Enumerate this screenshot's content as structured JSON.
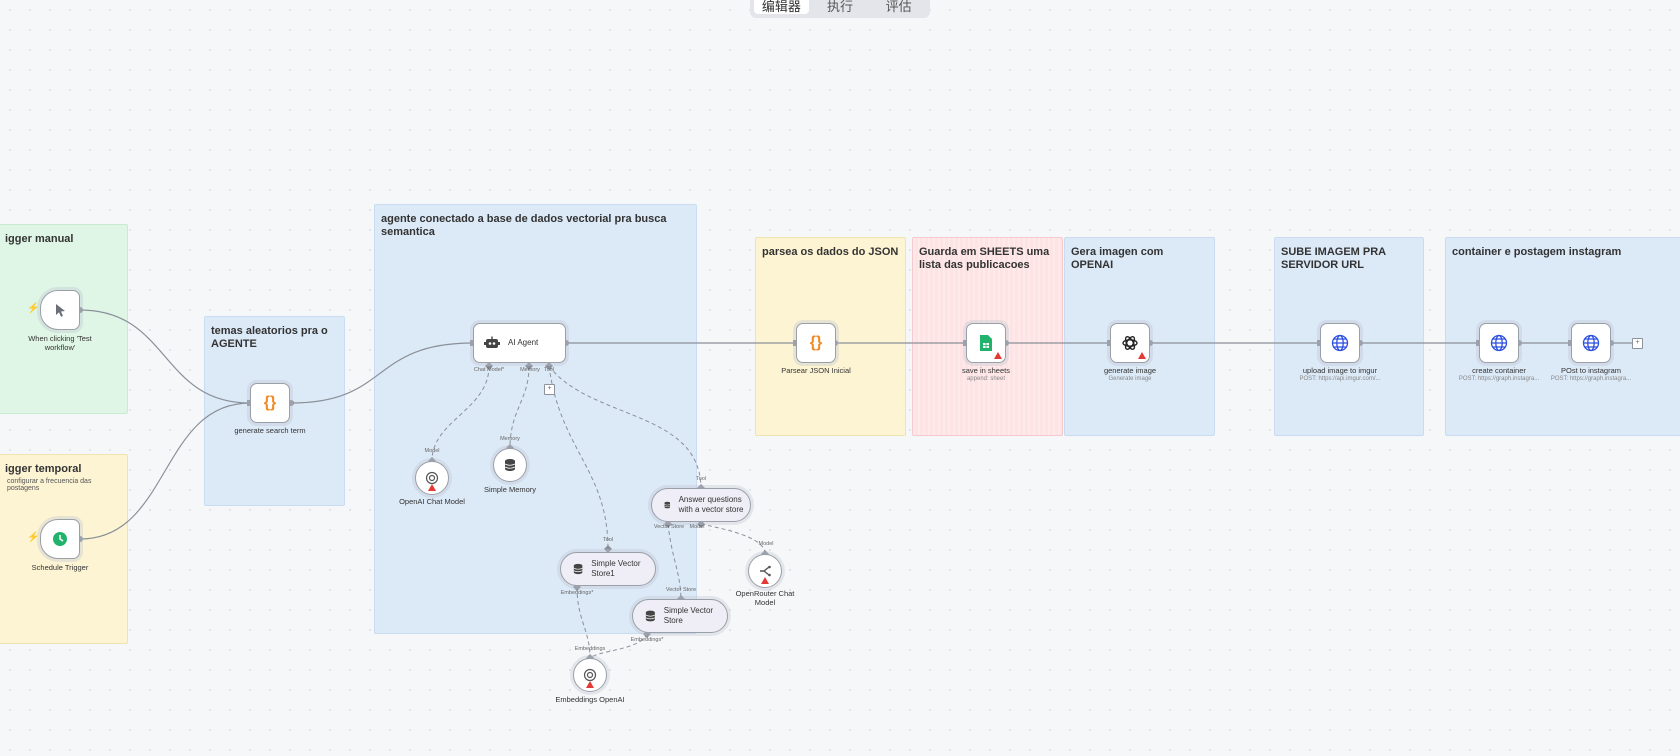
{
  "tabs": {
    "editor": "编辑器",
    "executions": "执行",
    "evaluations": "评估"
  },
  "stickies": {
    "manual_trigger": "igger manual",
    "time_trigger": "igger temporal",
    "time_trigger_sub": "configurar a frecuencia das postagens",
    "random_topics": "temas aleatorios pra o AGENTE",
    "agent_group": "agente conectado a base de dados vectorial pra busca semantica",
    "parse_json": "parsea os dados do JSON",
    "sheets": "Guarda em SHEETS uma lista das publicacoes",
    "image_gen": "Gera imagen com OPENAI",
    "upload": "SUBE IMAGEM PRA SERVIDOR URL",
    "instagram": "container e postagem instagram"
  },
  "nodes": {
    "manual_trigger": "When clicking 'Test workflow'",
    "schedule": "Schedule Trigger",
    "search_term": "generate search term",
    "ai_agent": "AI Agent",
    "openai_chat": "OpenAI Chat Model",
    "memory": "Simple Memory",
    "vector_store1": "Simple Vector Store1",
    "answer_questions": "Answer questions with a vector store",
    "openrouter": "OpenRouter Chat Model",
    "vector_store": "Simple Vector Store",
    "embeddings": "Embeddings OpenAI",
    "parse_json": "Parsear JSON Inicial",
    "save_sheets": "save in sheets",
    "save_sheets_sub": "append: sheet",
    "gen_image": "generate image",
    "gen_image_sub": "Generate image",
    "upload": "upload image to imgur",
    "upload_sub": "POST: https://api.imgur.com/...",
    "container": "create container",
    "container_sub": "POST: https://graph.instagra...",
    "post": "POst to instagram",
    "post_sub": "POST: https://graph.instagra..."
  },
  "connectors": {
    "chat_model": "Chat Model*",
    "memory": "Memory",
    "tool": "Tool",
    "model": "Model",
    "memory_in": "Memory",
    "tool_in": "Tool",
    "tool_in2": "Tool",
    "vector_store_out": "Vector Store",
    "model_out": "Model",
    "model_in": "Model",
    "embeddings": "Embeddings*",
    "vector_store_in": "Vector Store",
    "embeddings2": "Embeddings*",
    "embeddings_in": "Embeddings"
  },
  "colors": {
    "canvas": "#f6f7f9",
    "wire": "#8a9099",
    "orange": "#f08a24",
    "green": "#21b36b",
    "blue": "#2b4ee0",
    "warn": "#e53935"
  }
}
